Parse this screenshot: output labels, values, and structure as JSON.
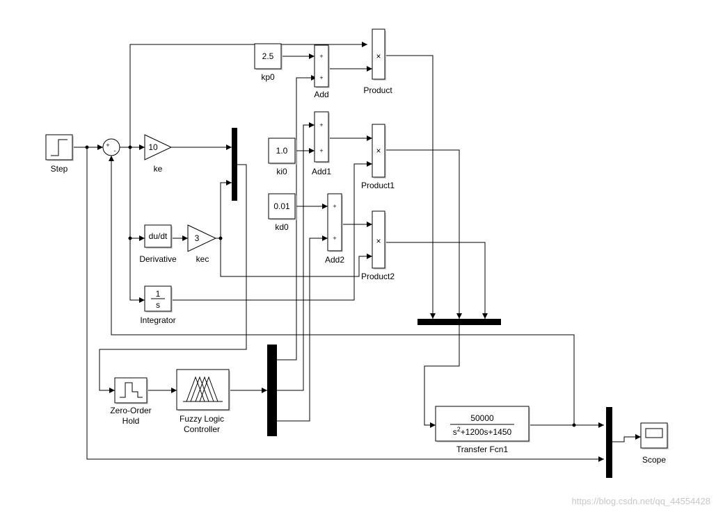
{
  "blocks": {
    "step": {
      "label": "Step"
    },
    "sum": {
      "signs": [
        "+",
        "-"
      ]
    },
    "ke": {
      "label": "ke",
      "value": "10"
    },
    "kec": {
      "label": "kec",
      "value": "3"
    },
    "derivative": {
      "label": "Derivative",
      "text": "du/dt"
    },
    "integrator": {
      "label": "Integrator",
      "num": "1",
      "den": "s"
    },
    "kp0": {
      "label": "kp0",
      "value": "2.5"
    },
    "ki0": {
      "label": "ki0",
      "value": "1.0"
    },
    "kd0": {
      "label": "kd0",
      "value": "0.01"
    },
    "add": {
      "label": "Add",
      "signs": [
        "+",
        "+"
      ]
    },
    "add1": {
      "label": "Add1",
      "signs": [
        "+",
        "+"
      ]
    },
    "add2": {
      "label": "Add2",
      "signs": [
        "+",
        "+"
      ]
    },
    "product": {
      "label": "Product",
      "symbol": "×"
    },
    "product1": {
      "label": "Product1",
      "symbol": "×"
    },
    "product2": {
      "label": "Product2",
      "symbol": "×"
    },
    "zoh": {
      "label_line1": "Zero-Order",
      "label_line2": "Hold"
    },
    "fuzzy": {
      "label_line1": "Fuzzy Logic",
      "label_line2": "Controller"
    },
    "tf": {
      "label": "Transfer Fcn1",
      "num": "50000",
      "den_a": "s",
      "den_exp": "2",
      "den_b": "+1200s+1450"
    },
    "scope": {
      "label": "Scope"
    }
  },
  "watermark": "https://blog.csdn.net/qq_44554428"
}
